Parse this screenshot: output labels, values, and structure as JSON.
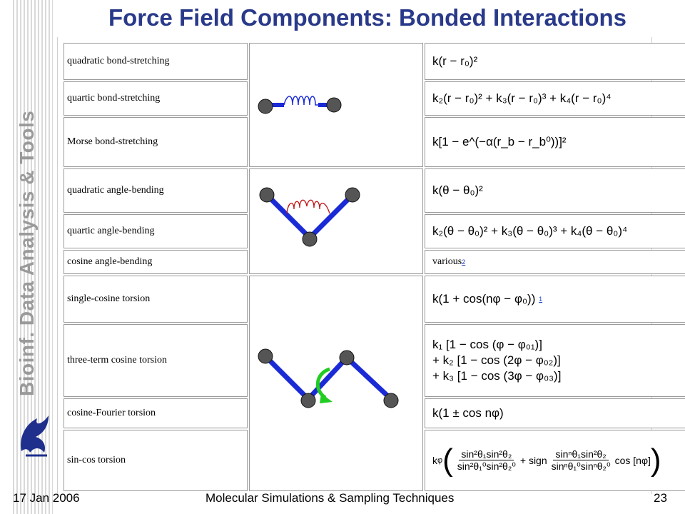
{
  "title": "Force Field Components: Bonded Interactions",
  "side_text": "Bioinf. Data Analysis & Tools",
  "rows": [
    {
      "name": "quadratic bond-stretching",
      "formula": "k(r − r₀)²"
    },
    {
      "name": "quartic bond-stretching",
      "formula": "k₂(r − r₀)² + k₃(r − r₀)³ + k₄(r − r₀)⁴"
    },
    {
      "name": "Morse bond-stretching",
      "formula": "k[1 − e^(−α(r_b − r_b⁰))]²"
    },
    {
      "name": "quadratic angle-bending",
      "formula": "k(θ − θ₀)²"
    },
    {
      "name": "quartic angle-bending",
      "formula": "k₂(θ − θ₀)² + k₃(θ − θ₀)³ + k₄(θ − θ₀)⁴"
    },
    {
      "name": "cosine angle-bending",
      "formula": "various",
      "note": "2"
    },
    {
      "name": "single-cosine torsion",
      "formula": "k(1 + cos(nφ − φ₀))",
      "note": "1"
    },
    {
      "name": "three-term cosine torsion",
      "formula_lines": [
        "k₁ [1 − cos (φ − φ₀₁)]",
        "+ k₂ [1 − cos (2φ − φ₀₂)]",
        "+ k₃ [1 − cos (3φ − φ₀₃)]"
      ]
    },
    {
      "name": "cosine-Fourier torsion",
      "formula": "k(1 ± cos nφ)"
    },
    {
      "name": "sin-cos torsion",
      "formula_parts": {
        "prefix": "k",
        "frac1_num": "sin²θ₁sin²θ₂",
        "frac1_den": "sin²θ₁⁰sin²θ₂⁰",
        "middle": "+ sign",
        "frac2_num": "sinⁿθ₁sin²θ₂",
        "frac2_den": "sinⁿθ₁⁰sinⁿθ₂⁰",
        "suffix": "cos [nφ]"
      }
    }
  ],
  "footer": {
    "date": "17 Jan 2006",
    "course": "Molecular Simulations & Sampling Techniques",
    "page": "23"
  },
  "colors": {
    "title": "#2a3a8a",
    "bond": "#1a2bd6",
    "spring": "#c01010",
    "arrow": "#22cc22"
  }
}
